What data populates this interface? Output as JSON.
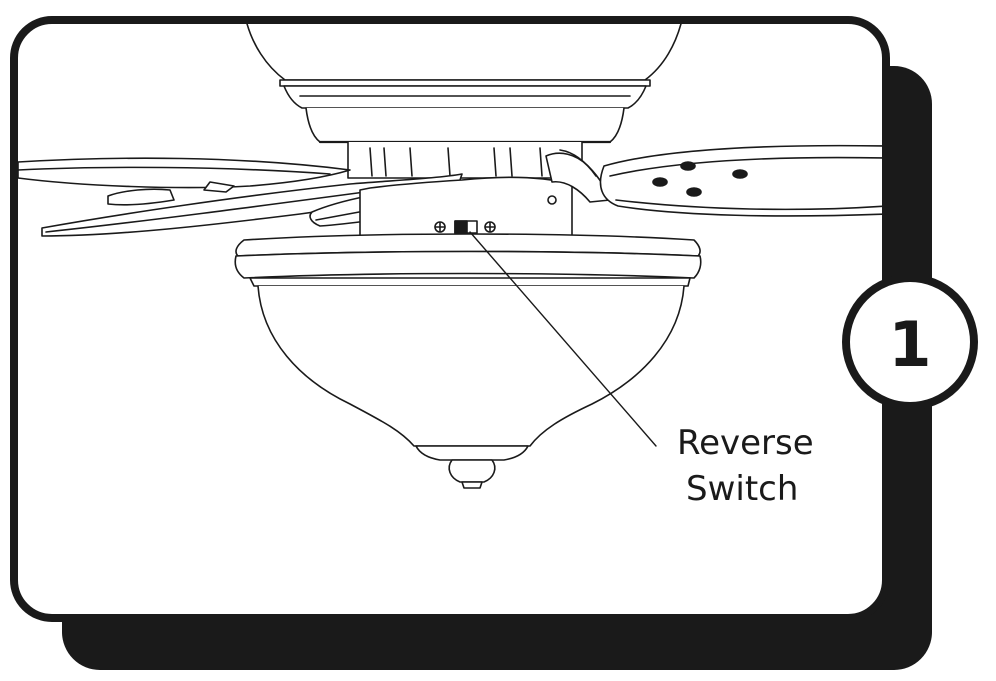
{
  "diagram": {
    "step_number": "1",
    "callout": {
      "line1": "Reverse",
      "line2": "Switch"
    },
    "colors": {
      "frame_shadow": "#1a1a1a",
      "frame_border": "#1a1a1a",
      "panel_fill": "#ffffff",
      "line_art": "#1a1a1a"
    },
    "parts": [
      "ceiling-fan-motor-housing",
      "fan-blades",
      "switch-housing",
      "reverse-switch",
      "light-kit-glass-bowl",
      "finial"
    ]
  }
}
